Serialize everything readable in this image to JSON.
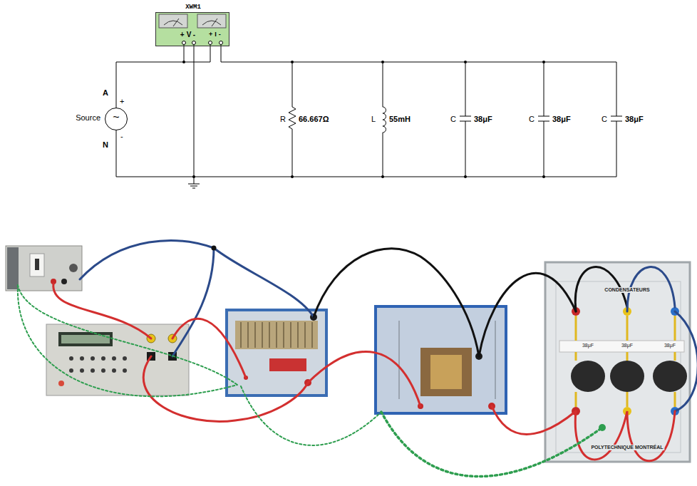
{
  "diagram": {
    "nodes": [
      {
        "text": [
          "XWM1",
          "+V-",
          "+I-"
        ]
      },
      {
        "text": [
          "Source",
          "~"
        ]
      }
    ],
    "edges": [
      {
        "from": 1,
        "to": 0,
        "arrow": "none"
      },
      {
        "from": 1,
        "to": 0,
        "arrow": "none"
      }
    ],
    "labels": [
      "A",
      "N",
      "+",
      "-",
      "R",
      "66.667Ω",
      "L",
      "55mH",
      "C",
      "38μF",
      "C",
      "38μF",
      "C",
      "38μF",
      "CONDENSATEURS",
      "38μF",
      "38μF",
      "38μF",
      "POLYTECHNIQUE MONTRÉAL"
    ]
  }
}
